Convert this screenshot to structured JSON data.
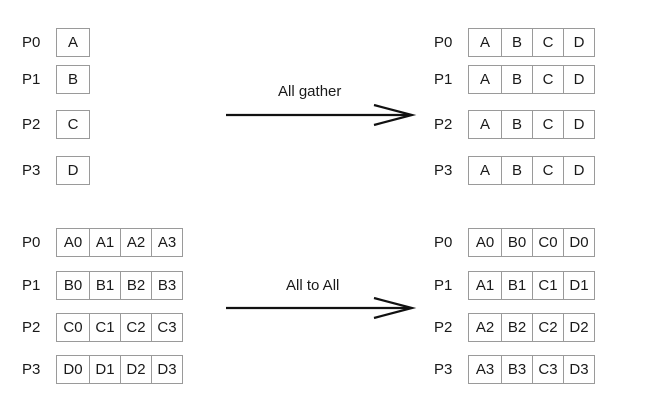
{
  "top_left": [
    {
      "proc": "P0",
      "cells": [
        "A"
      ]
    },
    {
      "proc": "P1",
      "cells": [
        "B"
      ]
    },
    {
      "proc": "P2",
      "cells": [
        "C"
      ]
    },
    {
      "proc": "P3",
      "cells": [
        "D"
      ]
    }
  ],
  "top_right": [
    {
      "proc": "P0",
      "cells": [
        "A",
        "B",
        "C",
        "D"
      ]
    },
    {
      "proc": "P1",
      "cells": [
        "A",
        "B",
        "C",
        "D"
      ]
    },
    {
      "proc": "P2",
      "cells": [
        "A",
        "B",
        "C",
        "D"
      ]
    },
    {
      "proc": "P3",
      "cells": [
        "A",
        "B",
        "C",
        "D"
      ]
    }
  ],
  "bottom_left": [
    {
      "proc": "P0",
      "cells": [
        "A0",
        "A1",
        "A2",
        "A3"
      ]
    },
    {
      "proc": "P1",
      "cells": [
        "B0",
        "B1",
        "B2",
        "B3"
      ]
    },
    {
      "proc": "P2",
      "cells": [
        "C0",
        "C1",
        "C2",
        "C3"
      ]
    },
    {
      "proc": "P3",
      "cells": [
        "D0",
        "D1",
        "D2",
        "D3"
      ]
    }
  ],
  "bottom_right": [
    {
      "proc": "P0",
      "cells": [
        "A0",
        "B0",
        "C0",
        "D0"
      ]
    },
    {
      "proc": "P1",
      "cells": [
        "A1",
        "B1",
        "C1",
        "D1"
      ]
    },
    {
      "proc": "P2",
      "cells": [
        "A2",
        "B2",
        "C2",
        "D2"
      ]
    },
    {
      "proc": "P3",
      "cells": [
        "A3",
        "B3",
        "C3",
        "D3"
      ]
    }
  ],
  "operations": {
    "top": "All gather",
    "bottom": "All to All"
  }
}
